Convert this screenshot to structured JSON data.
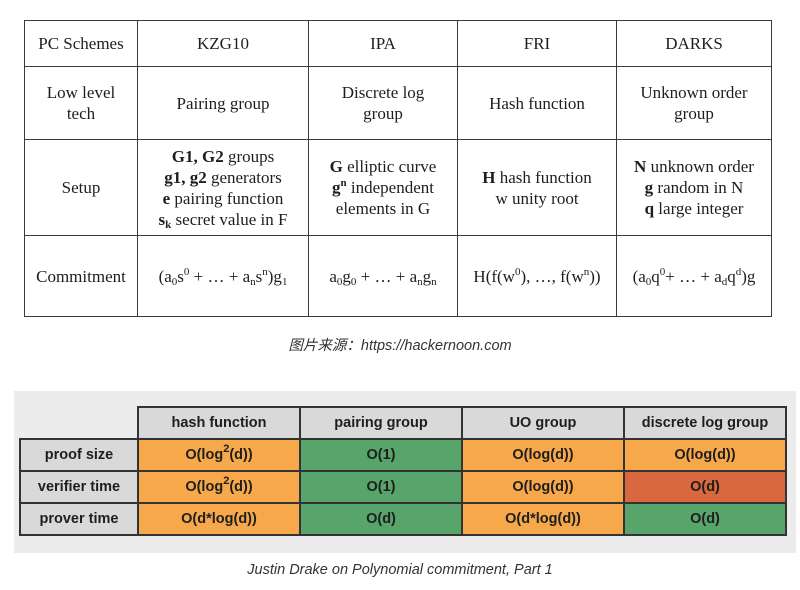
{
  "table1": {
    "header": [
      "PC Schemes",
      "KZG10",
      "IPA",
      "FRI",
      "DARKS"
    ],
    "low_level_tech": {
      "label_line1": "Low level",
      "label_line2": "tech",
      "kzg": "Pairing group",
      "ipa_line1": "Discrete log",
      "ipa_line2": "group",
      "fri": "Hash function",
      "darks_line1": "Unknown order",
      "darks_line2": "group"
    },
    "setup": {
      "label": "Setup",
      "kzg": [
        {
          "bold": "G1, G2",
          "rest": " groups"
        },
        {
          "bold": "g1, g2",
          "rest": " generators"
        },
        {
          "bold": "e",
          "rest": " pairing function"
        },
        {
          "bold": "s",
          "boldsub": "k",
          "rest": " secret value in F"
        }
      ],
      "ipa": [
        {
          "bold": "G",
          "rest": " elliptic curve"
        },
        {
          "bold": "g",
          "boldsup": "n",
          "rest": " independent"
        },
        {
          "bold": "",
          "rest": "elements in G"
        }
      ],
      "fri": [
        {
          "bold": "H",
          "rest": " hash function"
        },
        {
          "bold": "",
          "rest": "w unity root"
        }
      ],
      "darks": [
        {
          "bold": "N",
          "rest": " unknown order"
        },
        {
          "bold": "g",
          "rest": " random in N"
        },
        {
          "bold": "q",
          "rest": " large integer"
        }
      ]
    },
    "commitment": {
      "label": "Commitment",
      "kzg": [
        "(a",
        "0",
        "s",
        "0",
        " + … + a",
        "n",
        "s",
        "n",
        ")g",
        "1"
      ],
      "ipa": [
        "a",
        "0",
        "g",
        "0",
        " + … + a",
        "n",
        "g",
        "n"
      ],
      "fri": [
        "H(f(w",
        "0",
        "), …, f(w",
        "n",
        "))"
      ],
      "darks": [
        "(a",
        "0",
        "q",
        "0",
        "+ … + a",
        "d",
        "q",
        "d",
        ")g"
      ]
    }
  },
  "caption1": "图片来源：https://hackernoon.com",
  "table2": {
    "columns": [
      "hash function",
      "pairing group",
      "UO group",
      "discrete log group"
    ],
    "rows": [
      {
        "label": "proof size",
        "cells": [
          {
            "main": "O(log",
            "sup": "2",
            "tail": "(d))",
            "color": "#f6a84a"
          },
          {
            "main": "O(1)",
            "sup": "",
            "tail": "",
            "color": "#58a56c"
          },
          {
            "main": "O(log(d))",
            "sup": "",
            "tail": "",
            "color": "#f6a84a"
          },
          {
            "main": "O(log(d))",
            "sup": "",
            "tail": "",
            "color": "#f6a84a"
          }
        ]
      },
      {
        "label": "verifier time",
        "cells": [
          {
            "main": "O(log",
            "sup": "2",
            "tail": "(d))",
            "color": "#f6a84a"
          },
          {
            "main": "O(1)",
            "sup": "",
            "tail": "",
            "color": "#58a56c"
          },
          {
            "main": "O(log(d))",
            "sup": "",
            "tail": "",
            "color": "#f6a84a"
          },
          {
            "main": "O(d)",
            "sup": "",
            "tail": "",
            "color": "#d9683f"
          }
        ]
      },
      {
        "label": "prover time",
        "cells": [
          {
            "main": "O(d*log(d))",
            "sup": "",
            "tail": "",
            "color": "#f6a84a"
          },
          {
            "main": "O(d)",
            "sup": "",
            "tail": "",
            "color": "#58a56c"
          },
          {
            "main": "O(d*log(d))",
            "sup": "",
            "tail": "",
            "color": "#f6a84a"
          },
          {
            "main": "O(d)",
            "sup": "",
            "tail": "",
            "color": "#58a56c"
          }
        ]
      }
    ]
  },
  "caption2": "Justin Drake on Polynomial commitment, Part 1"
}
